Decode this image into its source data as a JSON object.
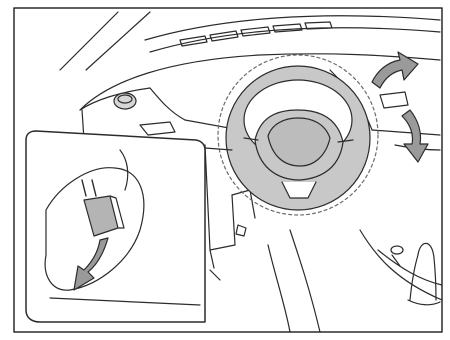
{
  "figure": {
    "subject": "steering-column-tilt-adjustment",
    "elements": {
      "steering_wheel": "steering-wheel",
      "tilt_arrows": "tilt-direction-arrows",
      "detail_inset": "tilt-lever-detail-inset",
      "release_lever": "tilt-release-lever",
      "release_arrow": "release-direction-arrow"
    }
  },
  "colors": {
    "line": "#2b2b2b",
    "paper": "#ffffff",
    "wheel_fill": "#c8c8c8",
    "arrow_fill": "#9a9a9a",
    "lever_fill": "#b4b4b4",
    "inset_fill": "#ffffff"
  }
}
